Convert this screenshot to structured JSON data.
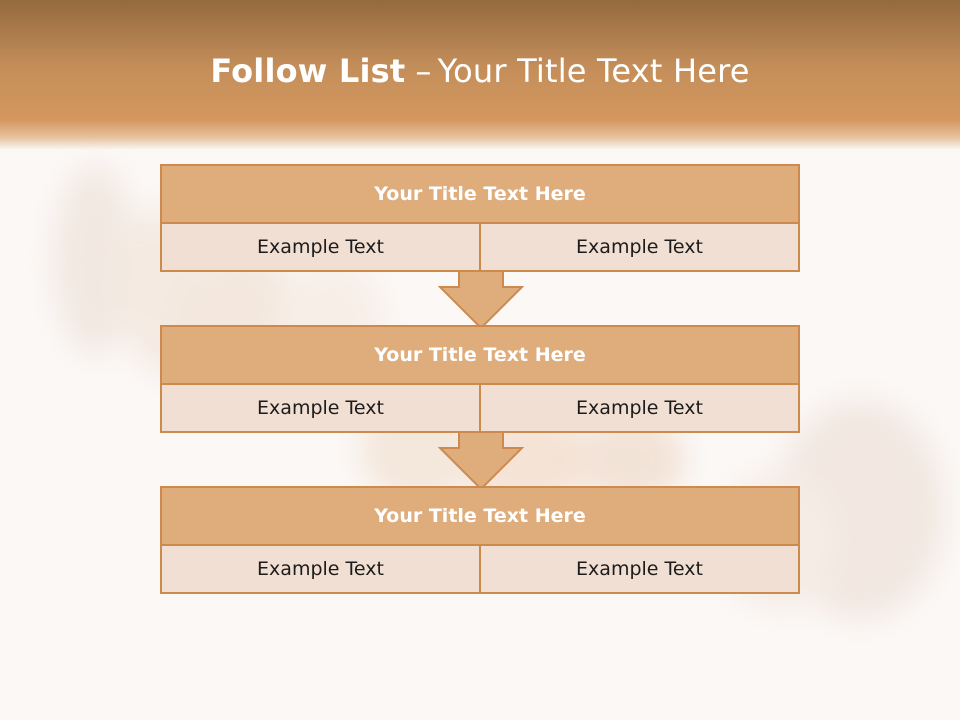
{
  "slide": {
    "title_bold": "Follow List",
    "title_separator": "–",
    "title_rest": "Your Title Text Here"
  },
  "blocks": [
    {
      "title": "Your Title Text Here",
      "left": "Example Text",
      "right": "Example Text"
    },
    {
      "title": "Your Title Text Here",
      "left": "Example Text",
      "right": "Example Text"
    },
    {
      "title": "Your Title Text Here",
      "left": "Example Text",
      "right": "Example Text"
    }
  ],
  "colors": {
    "header_top": "#946a3f",
    "header_bottom": "#d4975e",
    "block_head": "#dfac7c",
    "block_body": "#f0dfd2",
    "border": "#cd8a4f"
  }
}
